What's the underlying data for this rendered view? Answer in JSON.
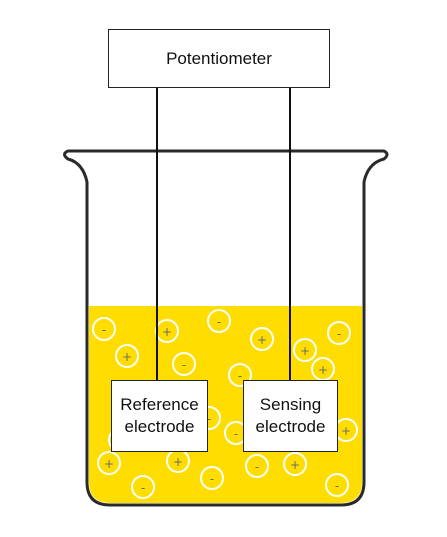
{
  "potentiometer": {
    "label": "Potentiometer"
  },
  "reference_electrode": {
    "label": "Reference electrode"
  },
  "sensing_electrode": {
    "label": "Sensing electrode"
  },
  "ions": [
    {
      "sign": "-"
    },
    {
      "sign": "+"
    },
    {
      "sign": "-"
    },
    {
      "sign": "+"
    },
    {
      "sign": "-"
    },
    {
      "sign": "+"
    },
    {
      "sign": "-"
    },
    {
      "sign": "+"
    },
    {
      "sign": "-"
    },
    {
      "sign": "+"
    },
    {
      "sign": "+"
    },
    {
      "sign": "-"
    },
    {
      "sign": "-"
    },
    {
      "sign": "+"
    },
    {
      "sign": "-"
    },
    {
      "sign": "+"
    },
    {
      "sign": "-"
    },
    {
      "sign": "+"
    },
    {
      "sign": "-"
    },
    {
      "sign": "-"
    },
    {
      "sign": "+"
    },
    {
      "sign": "-"
    },
    {
      "sign": "+"
    }
  ],
  "colors": {
    "solution": "#FFDD00",
    "outline": "#2a2a2a",
    "ion_ring": "#ffffff",
    "ion_sign": "#6b6b6b"
  }
}
